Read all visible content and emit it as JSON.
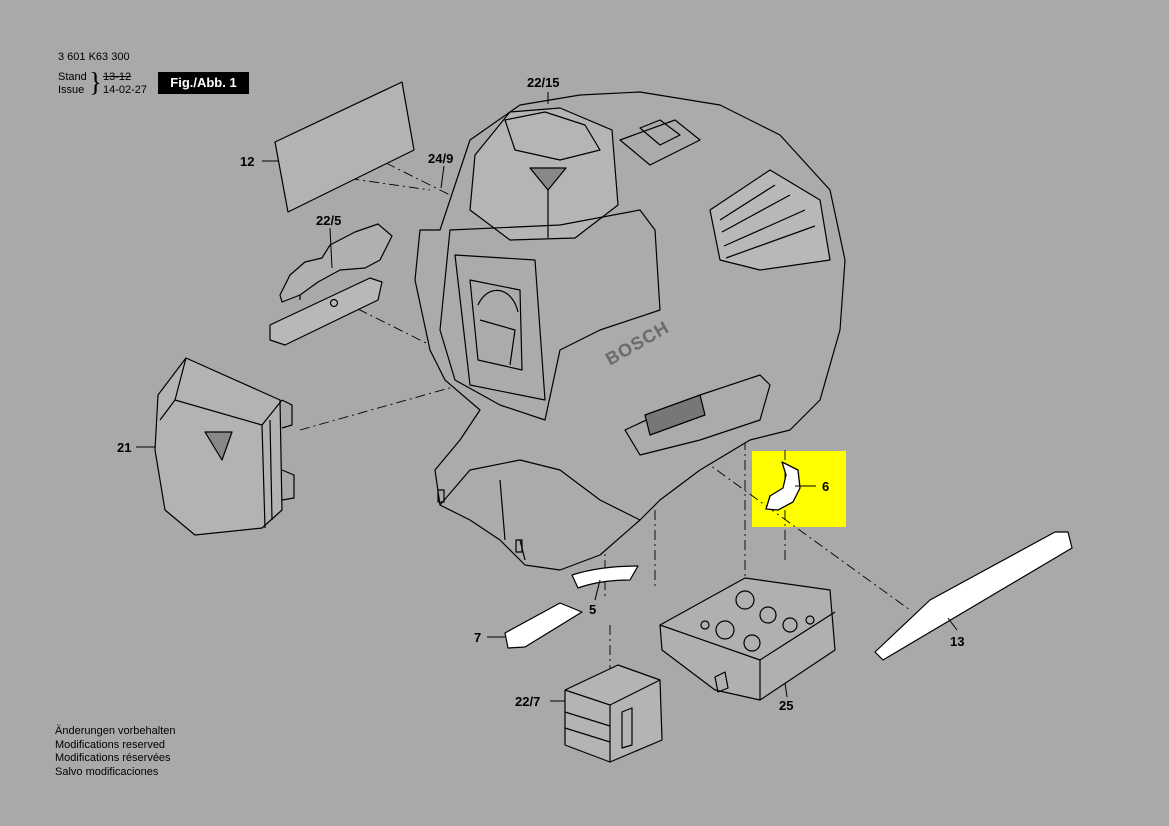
{
  "header": {
    "doc_number": "3 601 K63 300",
    "stand_label": "Stand",
    "issue_label": "Issue",
    "brace": "}",
    "stand_date": "13-12",
    "issue_date": "14-02-27",
    "figure_badge": "Fig./Abb. 1"
  },
  "brand_text": "BOSCH",
  "callouts": {
    "part_22_15": "22/15",
    "part_12": "12",
    "part_24_9": "24/9",
    "part_22_5": "22/5",
    "part_21": "21",
    "part_6": "6",
    "part_5": "5",
    "part_7": "7",
    "part_13": "13",
    "part_22_7": "22/7",
    "part_25": "25"
  },
  "highlight_color": "#ffff00",
  "notes": [
    "Änderungen vorbehalten",
    "Modifications reserved",
    "Modifications réservées",
    "Salvo modificaciones"
  ]
}
